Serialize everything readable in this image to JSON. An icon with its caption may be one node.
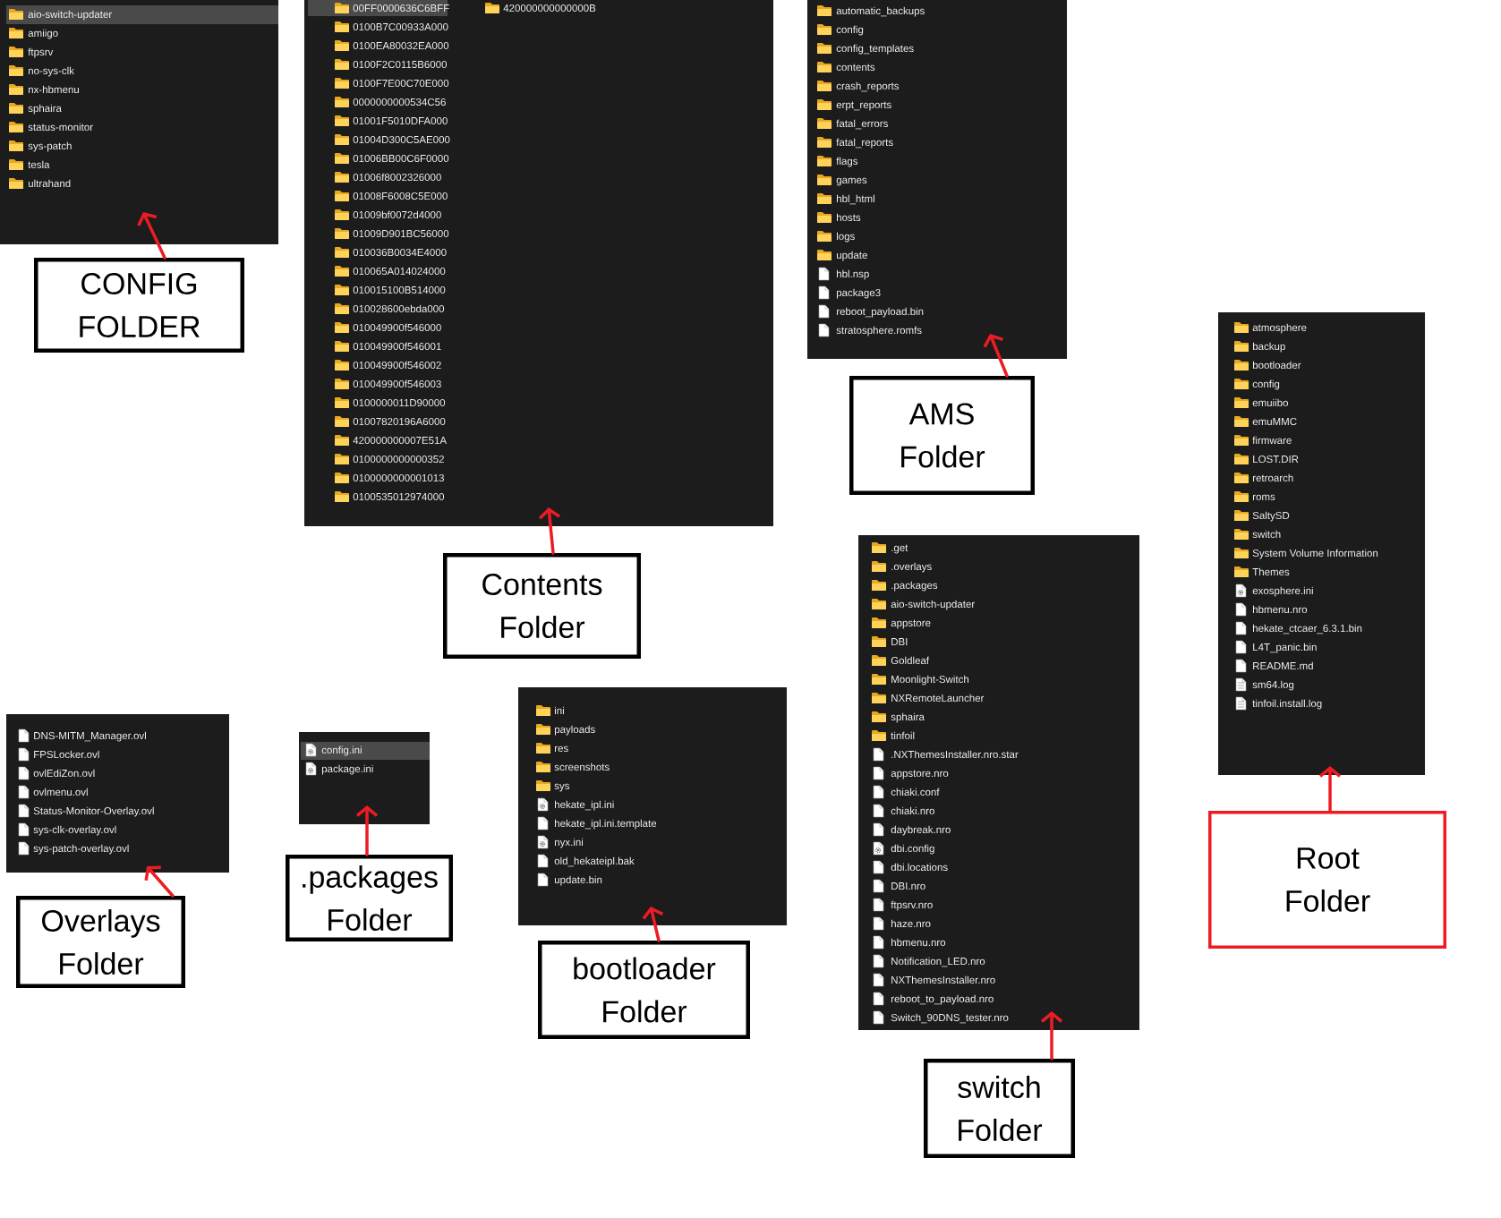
{
  "diagram": {
    "nodes": [
      {
        "text": [
          "aio-switch-updater",
          "amiigo",
          "ftpsrv",
          "no-sys-clk",
          "nx-hbmenu",
          "sphaira",
          "status-monitor",
          "sys-patch",
          "tesla",
          "ultrahand"
        ]
      },
      {
        "text": [
          "CONFIG FOLDER"
        ]
      },
      {
        "text": [
          "00FF0000636C6BFF",
          "0100B7C00933A000",
          "0100EA80032EA000",
          "0100F2C0115B6000",
          "0100F7E00C70E000",
          "0000000000534C56",
          "01001F5010DFA000",
          "01004D300C5AE000",
          "01006BB00C6F0000",
          "01006f8002326000",
          "01008F6008C5E000",
          "01009bf0072d4000",
          "01009D901BC56000",
          "010036B0034E4000",
          "010065A014024000",
          "010015100B514000",
          "010028600ebda000",
          "010049900f546000",
          "010049900f546001",
          "010049900f546002",
          "010049900f546003",
          "0100000011D90000",
          "01007820196A6000",
          "420000000007E51A",
          "0100000000000352",
          "0100000000001013",
          "0100535012974000",
          "420000000000000B"
        ]
      },
      {
        "text": [
          "Contents Folder"
        ]
      },
      {
        "text": [
          "automatic_backups",
          "config",
          "config_templates",
          "contents",
          "crash_reports",
          "erpt_reports",
          "fatal_errors",
          "fatal_reports",
          "flags",
          "games",
          "hbl_html",
          "hosts",
          "logs",
          "update",
          "hbl.nsp",
          "package3",
          "reboot_payload.bin",
          "stratosphere.romfs"
        ]
      },
      {
        "text": [
          "AMS Folder"
        ]
      },
      {
        "text": [
          "atmosphere",
          "backup",
          "bootloader",
          "config",
          "emuiibo",
          "emuMMC",
          "firmware",
          "LOST.DIR",
          "retroarch",
          "roms",
          "SaltySD",
          "switch",
          "System Volume Information",
          "Themes",
          "exosphere.ini",
          "hbmenu.nro",
          "hekate_ctcaer_6.3.1.bin",
          "L4T_panic.bin",
          "README.md",
          "sm64.log",
          "tinfoil.install.log"
        ]
      },
      {
        "text": [
          "Root Folder"
        ]
      },
      {
        "text": [
          ".get",
          ".overlays",
          ".packages",
          "aio-switch-updater",
          "appstore",
          "DBI",
          "Goldleaf",
          "Moonlight-Switch",
          "NXRemoteLauncher",
          "sphaira",
          "tinfoil",
          ".NXThemesInstaller.nro.star",
          "appstore.nro",
          "chiaki.conf",
          "chiaki.nro",
          "daybreak.nro",
          "dbi.config",
          "dbi.locations",
          "DBI.nro",
          "ftpsrv.nro",
          "haze.nro",
          "hbmenu.nro",
          "Notification_LED.nro",
          "NXThemesInstaller.nro",
          "reboot_to_payload.nro",
          "Switch_90DNS_tester.nro"
        ]
      },
      {
        "text": [
          "switch Folder"
        ]
      },
      {
        "text": [
          "DNS-MITM_Manager.ovl",
          "FPSLocker.ovl",
          "ovlEdiZon.ovl",
          "ovlmenu.ovl",
          "Status-Monitor-Overlay.ovl",
          "sys-clk-overlay.ovl",
          "sys-patch-overlay.ovl"
        ]
      },
      {
        "text": [
          "Overlays Folder"
        ]
      },
      {
        "text": [
          "config.ini",
          "package.ini"
        ]
      },
      {
        "text": [
          ".packages Folder"
        ]
      },
      {
        "text": [
          "ini",
          "payloads",
          "res",
          "screenshots",
          "sys",
          "hekate_ipl.ini",
          "hekate_ipl.ini.template",
          "nyx.ini",
          "old_hekateipl.bak",
          "update.bin"
        ]
      },
      {
        "text": [
          "bootloader Folder"
        ]
      }
    ],
    "edges": [
      {
        "from": 1,
        "to": 0,
        "arrow": "to"
      },
      {
        "from": 3,
        "to": 2,
        "arrow": "to"
      },
      {
        "from": 5,
        "to": 4,
        "arrow": "to"
      },
      {
        "from": 7,
        "to": 6,
        "arrow": "to"
      },
      {
        "from": 9,
        "to": 8,
        "arrow": "to"
      },
      {
        "from": 11,
        "to": 10,
        "arrow": "to"
      },
      {
        "from": 13,
        "to": 12,
        "arrow": "to"
      },
      {
        "from": 15,
        "to": 14,
        "arrow": "to"
      }
    ]
  }
}
